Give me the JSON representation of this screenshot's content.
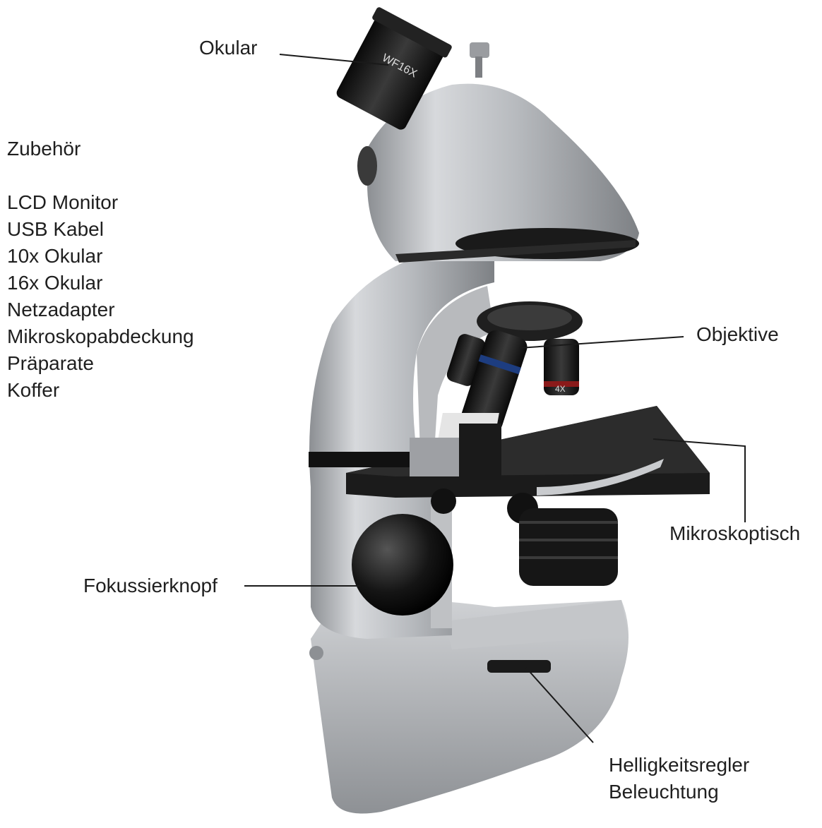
{
  "accessories": {
    "heading": "Zubehör",
    "items": [
      "LCD Monitor",
      "USB Kabel",
      "10x Okular",
      "16x Okular",
      "Netzadapter",
      "Mikroskopabdeckung",
      "Präparate",
      "Koffer"
    ]
  },
  "labels": {
    "eyepiece": "Okular",
    "objectives": "Objektive",
    "stage": "Mikroskoptisch",
    "focus_knob": "Fokussierknopf",
    "brightness_line1": "Helligkeitsregler",
    "brightness_line2": "Beleuchtung"
  },
  "markings": {
    "eyepiece_text": "WF16X",
    "objective_text": "4X"
  }
}
